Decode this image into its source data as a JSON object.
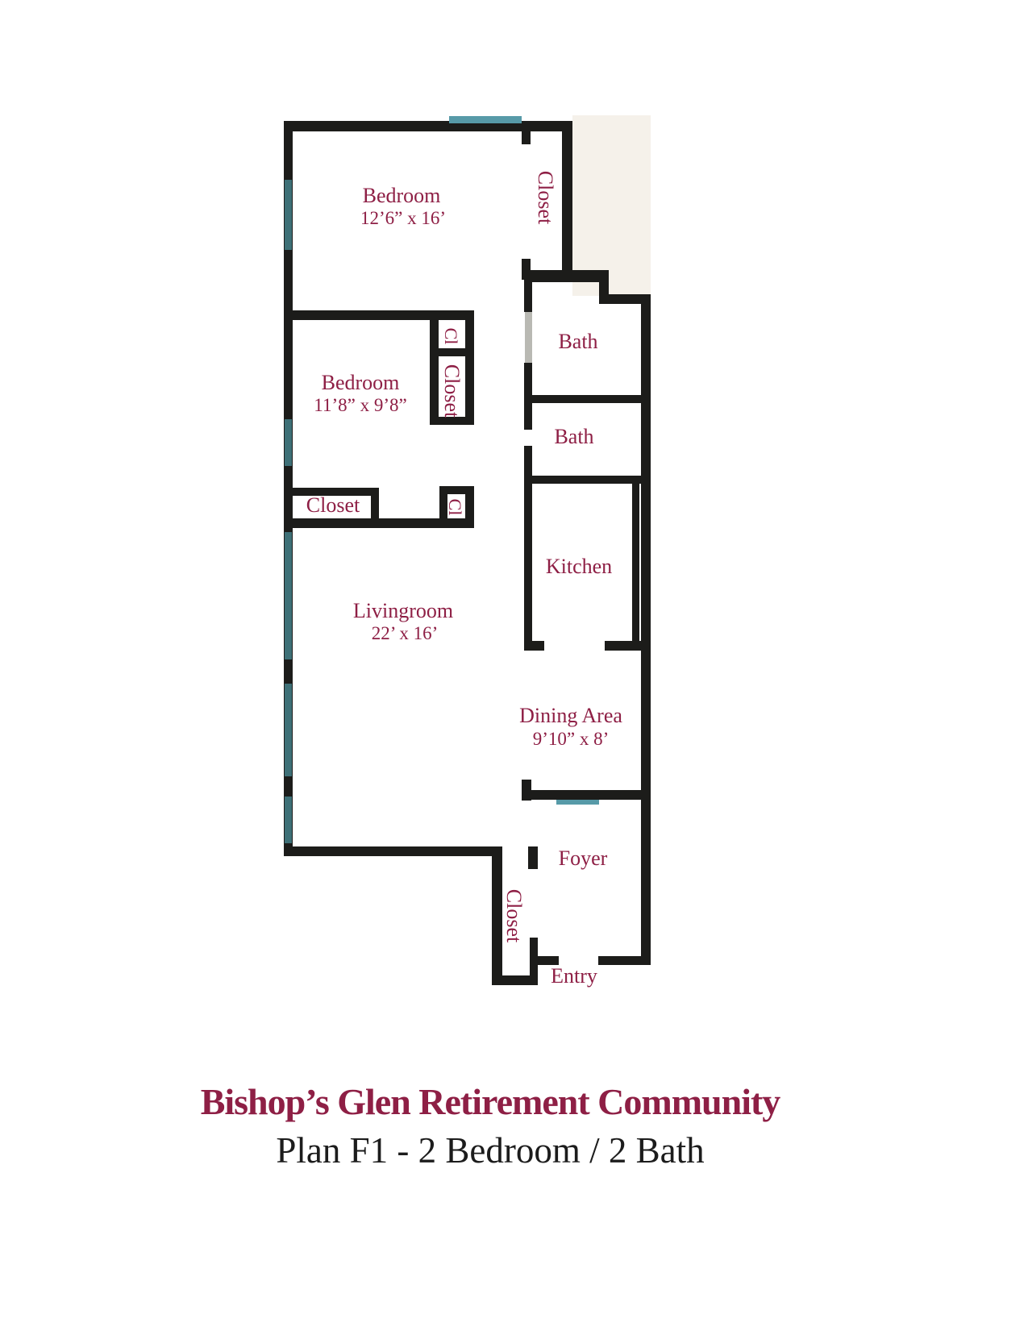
{
  "page": {
    "title": "Bishop’s Glen Retirement Community",
    "subtitle": "Plan F1 - 2 Bedroom / 2 Bath"
  },
  "colors": {
    "label_maroon": "#8e1f45",
    "wall_black": "#1c1c1a",
    "window_teal": "#3e7077",
    "window_teal_bright": "#579aa8",
    "scan_background_beige": "#f5f1ea"
  },
  "labels": {
    "bedroom1_name": "Bedroom",
    "bedroom1_dims": "12’6” x 16’",
    "closet_top": "Closet",
    "bath1": "Bath",
    "bath2": "Bath",
    "bedroom2_name": "Bedroom",
    "bedroom2_dims": "11’8” x 9’8”",
    "closet_small_upper": "Cl",
    "closet_mid": "Closet",
    "closet_left": "Closet",
    "closet_small_lower": "Cl",
    "livingroom_name": "Livingroom",
    "livingroom_dims": "22’ x 16’",
    "kitchen": "Kitchen",
    "dining_name": "Dining Area",
    "dining_dims": "9’10” x 8’",
    "foyer": "Foyer",
    "closet_foyer": "Closet",
    "entry": "Entry"
  }
}
